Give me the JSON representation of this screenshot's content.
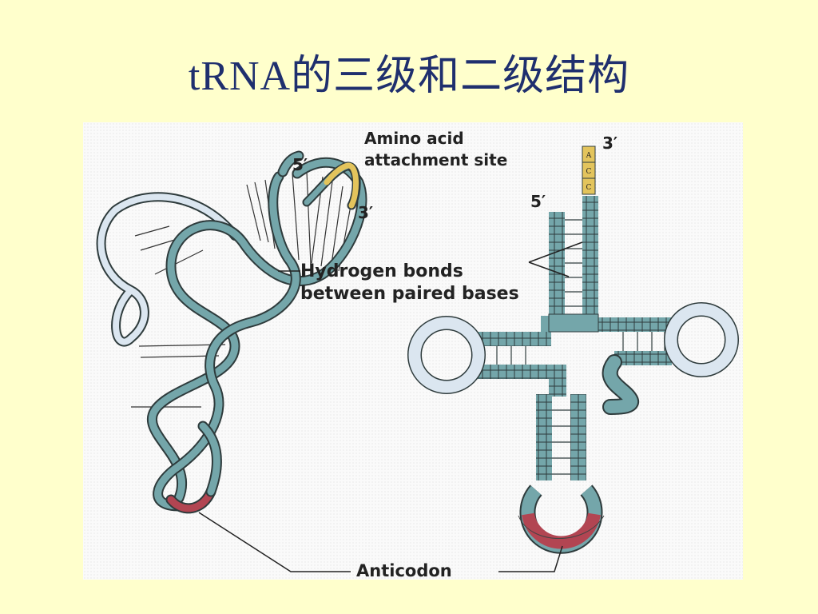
{
  "slide": {
    "title": "tRNA的三级和二级结构"
  },
  "figure": {
    "labels": {
      "amino_acid_line1": "Amino acid",
      "amino_acid_line2": "attachment site",
      "five_prime_left": "5′",
      "three_prime_left": "3′",
      "five_prime_right": "5′",
      "three_prime_right": "3′",
      "hydrogen_line1": "Hydrogen bonds",
      "hydrogen_line2": "between paired bases",
      "anticodon": "Anticodon"
    },
    "acceptor_bases": [
      "A",
      "C",
      "C"
    ],
    "colors": {
      "backbone": "#74a6aa",
      "backbone_stroke": "#2e3b3c",
      "loop_light": "#dbe6f0",
      "acceptor_tip": "#e3c45c",
      "anticodon": "#b24552"
    }
  }
}
